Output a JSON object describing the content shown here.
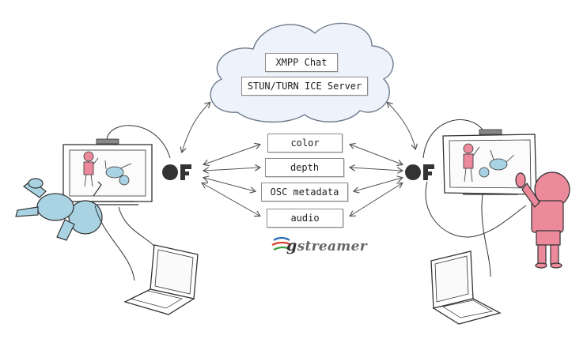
{
  "cloud": {
    "services": [
      "XMPP Chat",
      "STUN/TURN ICE Server"
    ]
  },
  "streams": [
    "color",
    "depth",
    "OSC metadata",
    "audio"
  ],
  "gstreamer_logo": {
    "prefix": "g",
    "text": "streamer"
  },
  "colors": {
    "cloud_fill": "#eef3fb",
    "cloud_stroke": "#6d7b8d",
    "left_person": "#a9d3e3",
    "right_person": "#ec8a9c",
    "sketch": "#333333"
  },
  "icons": [
    "openframeworks-logo-icon",
    "gstreamer-logo-icon",
    "laptop-icon",
    "tv-screen-icon",
    "kinect-sensor-icon"
  ]
}
